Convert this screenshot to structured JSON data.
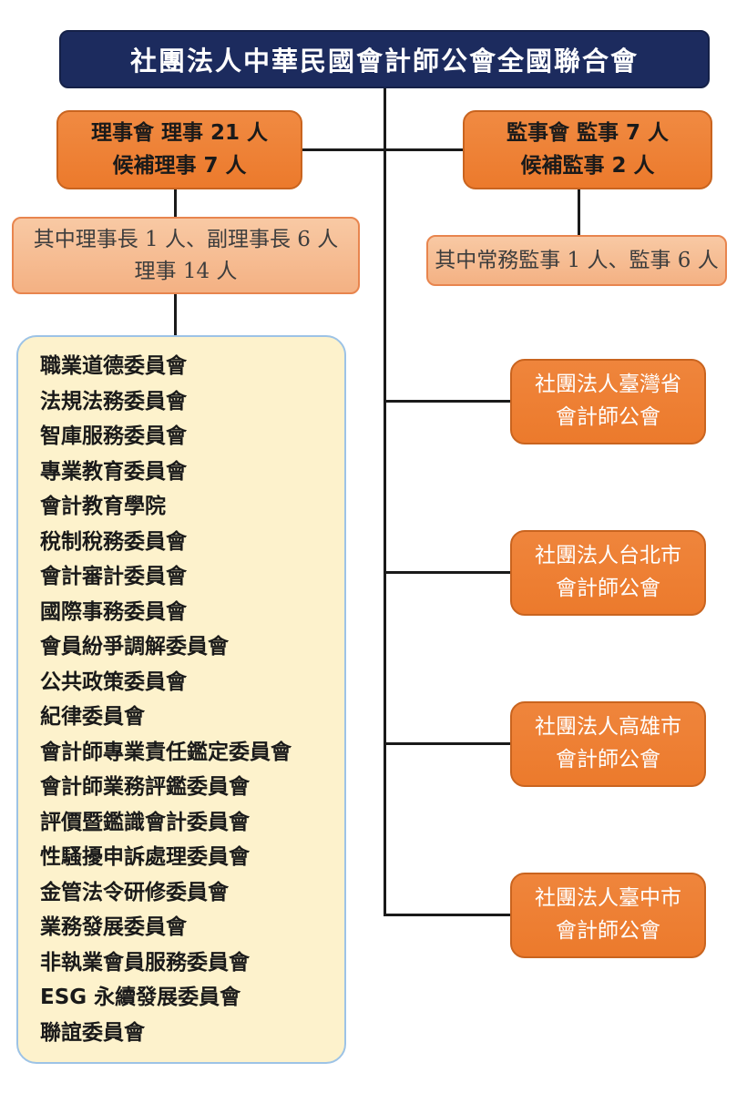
{
  "title": "社團法人中華民國會計師公會全國聯合會",
  "boards": {
    "directors": {
      "line1": "理事會 理事 21 人",
      "line2": "候補理事 7 人"
    },
    "supervisors": {
      "line1": "監事會 監事 7 人",
      "line2": "候補監事 2 人"
    },
    "directors_detail": {
      "line1": "其中理事長 1 人、副理事長 6 人",
      "line2": "理事 14 人"
    },
    "supervisors_detail": {
      "line1": "其中常務監事 1 人、監事 6 人"
    }
  },
  "committees": [
    "職業道德委員會",
    "法規法務委員會",
    "智庫服務委員會",
    "專業教育委員會",
    "會計教育學院",
    "稅制稅務委員會",
    "會計審計委員會",
    "國際事務委員會",
    "會員紛爭調解委員會",
    "公共政策委員會",
    "紀律委員會",
    "會計師專業責任鑑定委員會",
    "會計師業務評鑑委員會",
    "評價暨鑑識會計委員會",
    "性騷擾申訴處理委員會",
    "金管法令研修委員會",
    "業務發展委員會",
    "非執業會員服務委員會",
    "ESG 永續發展委員會",
    "聯誼委員會"
  ],
  "regional_associations": [
    {
      "line1": "社團法人臺灣省",
      "line2": "會計師公會"
    },
    {
      "line1": "社團法人台北市",
      "line2": "會計師公會"
    },
    {
      "line1": "社團法人高雄市",
      "line2": "會計師公會"
    },
    {
      "line1": "社團法人臺中市",
      "line2": "會計師公會"
    }
  ],
  "colors": {
    "banner_navy": "#1c2b5e",
    "box_orange": "#ED7D31",
    "box_orange_border": "#c9641f",
    "detail_salmon": "#F4B183",
    "committees_cream": "#FDF2CC",
    "committees_border_blue": "#9DC3E6",
    "connector_black": "#1a1a1a"
  }
}
